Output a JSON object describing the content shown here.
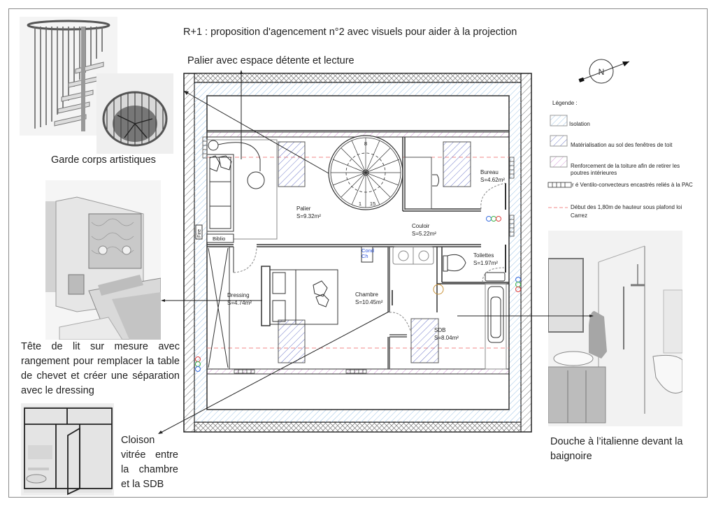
{
  "page": {
    "title": "R+1 : proposition d'agencement n°2 avec visuels pour aider à la projection"
  },
  "annotations": {
    "palier": "Palier avec espace détente et lecture",
    "garde_corps": "Garde corps artistiques",
    "tete_de_lit": "Tête de lit sur mesure avec rangement pour remplacer la table de chevet et créer une séparation avec le dressing",
    "cloison": "Cloison vitrée entre la chambre et la SDB",
    "douche": "Douche à l’italienne devant la baignoire"
  },
  "compass": {
    "label": "N"
  },
  "legend": {
    "title": "Légende :",
    "items": [
      {
        "label": "Isolation",
        "color": "#9cc3e6"
      },
      {
        "label": "Matérialisation au sol des fenêtres de toit",
        "color": "#6f79c9"
      },
      {
        "label": "Renforcement de la toiture afin de retirer les poutres intérieures",
        "color": "#d79ad9"
      },
      {
        "label": "r é Ventilo-convecteurs encastrés reliés à la PAC",
        "color": "#333333"
      },
      {
        "label": "Début des 1,80m de hauteur sous plafond loi Carrez",
        "color": "#f08a8a"
      }
    ]
  },
  "rooms": [
    {
      "name": "Palier",
      "area": "S=9.32m²"
    },
    {
      "name": "Bureau",
      "area": "S=4.62m²"
    },
    {
      "name": "Couloir",
      "area": "S=5.22m²"
    },
    {
      "name": "Toilettes",
      "area": "S=1.97m²"
    },
    {
      "name": "Dressing",
      "area": "S=4.74m²"
    },
    {
      "name": "Chambre",
      "area": "S=10.45m²"
    },
    {
      "name": "SDB",
      "area": "S=8.04m²"
    }
  ],
  "labels": {
    "fire": "Fire",
    "biblio": "Biblio",
    "cond_line1": "Cond",
    "cond_line2": "Ch",
    "stair_top": "8",
    "stair_start": "1",
    "stair_end": "15"
  },
  "colors": {
    "insulation": "#9cc3e6",
    "skylight": "#6f79c9",
    "roof_reinforcement": "#d79ad9",
    "carrez_line": "#f08a8a",
    "wall": "#333333",
    "cond_text": "#2b55e0"
  }
}
